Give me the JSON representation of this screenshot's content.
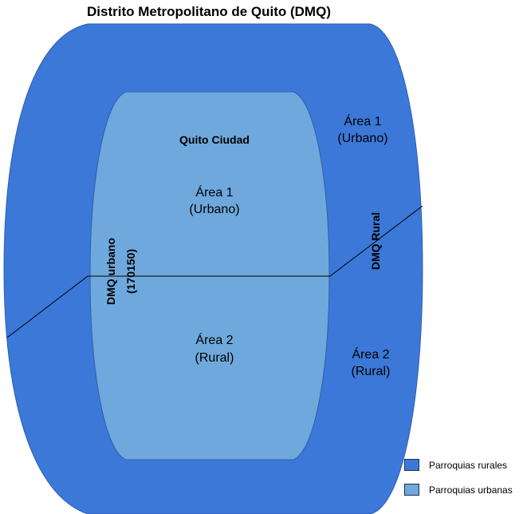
{
  "title": "Distrito Metropolitano de Quito (DMQ)",
  "colors": {
    "rural": "#3c78d8",
    "urban": "#6fa8dc",
    "line": "#000000"
  },
  "outer": {
    "vertical_label": "DMQ Rural",
    "area1": {
      "name": "Área 1",
      "type": "(Urbano)"
    },
    "area2": {
      "name": "Área 2",
      "type": "(Rural)"
    }
  },
  "inner": {
    "title": "Quito Ciudad",
    "vertical_label_line1": "DMQ urbano",
    "vertical_label_line2": "(170150)",
    "area1": {
      "name": "Área 1",
      "type": "(Urbano)"
    },
    "area2": {
      "name": "Área 2",
      "type": "(Rural)"
    }
  },
  "legend": [
    {
      "label": "Parroquias rurales",
      "color": "#3c78d8"
    },
    {
      "label": "Parroquias urbanas",
      "color": "#6fa8dc"
    }
  ]
}
